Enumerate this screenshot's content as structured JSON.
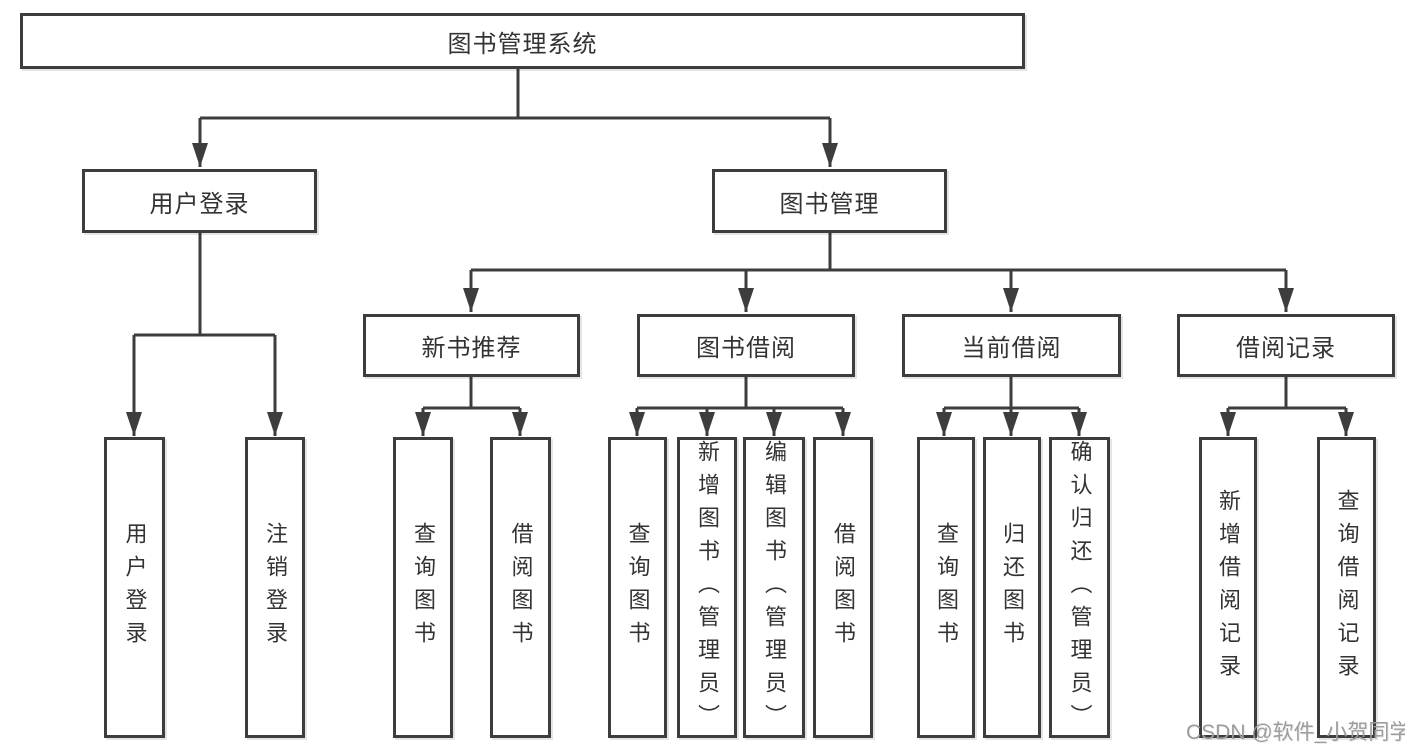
{
  "diagram": {
    "title": "图书管理系统",
    "root": {
      "label": "图书管理系统"
    },
    "level2": {
      "user_login": {
        "label": "用户登录"
      },
      "book_mgmt": {
        "label": "图书管理"
      }
    },
    "level3": {
      "new_books": {
        "label": "新书推荐"
      },
      "book_borrow": {
        "label": "图书借阅"
      },
      "current_borrow": {
        "label": "当前借阅"
      },
      "borrow_records": {
        "label": "借阅记录"
      }
    },
    "leaves": {
      "user_login": [
        "用户登录",
        "注销登录"
      ],
      "new_books": [
        "查询图书",
        "借阅图书"
      ],
      "book_borrow": [
        "查询图书",
        "新增图书（管理员）",
        "编辑图书（管理员）",
        "借阅图书"
      ],
      "current_borrow": [
        "查询图书",
        "归还图书",
        "确认归还（管理员）"
      ],
      "borrow_records": [
        "新增借阅记录",
        "查询借阅记录"
      ]
    }
  },
  "watermark": "CSDN @软件_小贺同学",
  "colors": {
    "line": "#3d3d3d",
    "box_border": "#3d3d3d",
    "text": "#333333",
    "watermark": "#9c9c9c",
    "background": "#ffffff"
  }
}
